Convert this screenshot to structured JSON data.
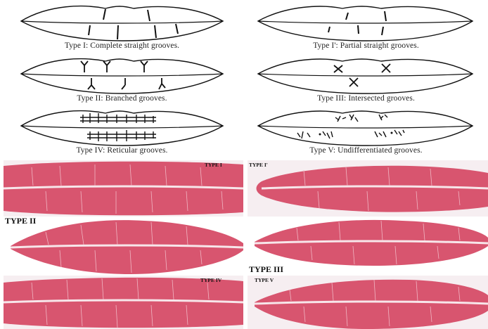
{
  "diagrams": [
    {
      "caption": "Type I: Complete straight grooves.",
      "groove_style": "complete-straight"
    },
    {
      "caption": "Type I': Partial straight grooves.",
      "groove_style": "partial-straight"
    },
    {
      "caption": "Type II: Branched grooves.",
      "groove_style": "branched"
    },
    {
      "caption": "Type III: Intersected grooves.",
      "groove_style": "intersected"
    },
    {
      "caption": "Type IV: Reticular grooves.",
      "groove_style": "reticular"
    },
    {
      "caption": "Type V: Undifferentiated grooves.",
      "groove_style": "undifferentiated"
    }
  ],
  "photos": [
    {
      "label": "TYPE I"
    },
    {
      "label": "TYPE I'"
    },
    {
      "label": "TYPE II"
    },
    {
      "label": ""
    },
    {
      "label": "TYPE III"
    },
    {
      "label": "TYPE IV"
    },
    {
      "label": "TYPE V"
    }
  ],
  "colors": {
    "lip_print": "#d8556f",
    "lip_print_light": "#f2c6d1",
    "background": "#ffffff",
    "line": "#111111"
  }
}
